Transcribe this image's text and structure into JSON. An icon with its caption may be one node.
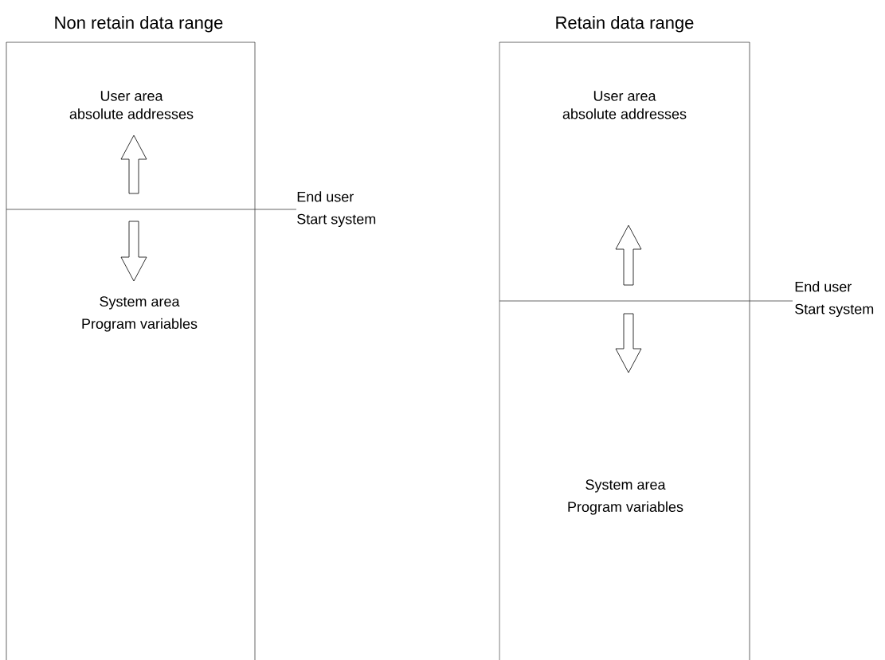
{
  "diagram": {
    "nodes": [
      {
        "text": [
          "Non retain data range"
        ]
      },
      {
        "text": [
          "Retain data range"
        ]
      }
    ],
    "labels": [
      "User area absolute addresses",
      "End user Start system",
      "System area Program variables",
      "User area absolute addresses",
      "End user Start system",
      "System area Program variables"
    ]
  }
}
